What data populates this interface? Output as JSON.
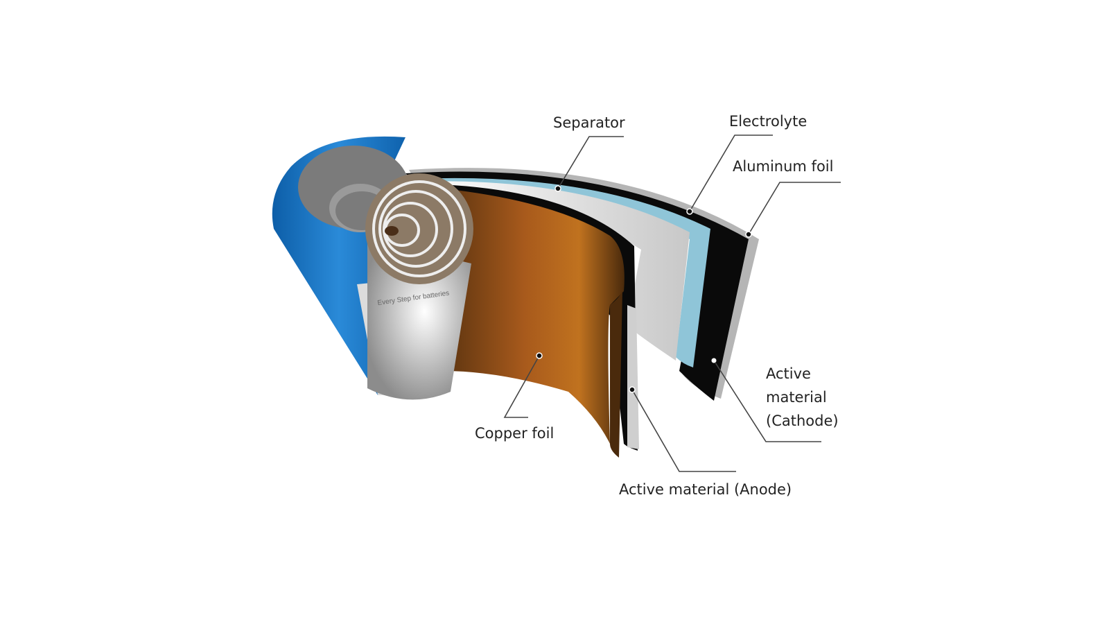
{
  "diagram": {
    "title": "Cylindrical battery cell structure",
    "labels": {
      "separator": "Separator",
      "electrolyte": "Electrolyte",
      "aluminum_foil": "Aluminum foil",
      "cathode_line1": "Active",
      "cathode_line2": "material",
      "cathode_line3": "(Cathode)",
      "copper_foil": "Copper foil",
      "anode": "Active material (Anode)"
    },
    "logo_text": "Every Step for batteries",
    "colors": {
      "can": "#1673c4",
      "copper": "#a85a1c",
      "separator": "#e4e4e4",
      "electrolyte": "#8fc5d8",
      "cathode": "#0a0a0a",
      "aluminum": "#b8b8b8"
    }
  }
}
